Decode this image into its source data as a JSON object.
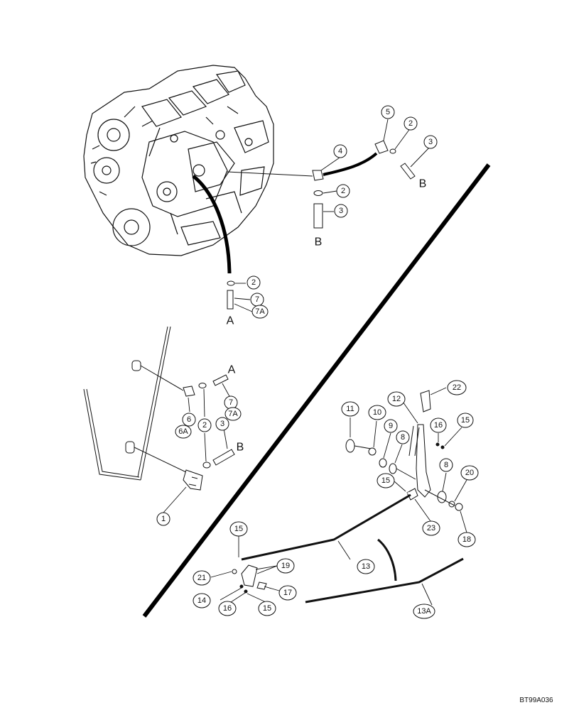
{
  "callouts": {
    "c5": "5",
    "c2a": "2",
    "c3a": "3",
    "c4": "4",
    "c2b": "2",
    "c3b": "3",
    "c2c": "2",
    "c7a": "7",
    "c7Aa": "7A",
    "c7b": "7",
    "c7Ab": "7A",
    "c6": "6",
    "c6A": "6A",
    "c2d": "2",
    "c3c": "3",
    "c1": "1",
    "c22": "22",
    "c12": "12",
    "c11": "11",
    "c10": "10",
    "c9": "9",
    "c8a": "8",
    "c16a": "16",
    "c15a": "15",
    "c8b": "8",
    "c20": "20",
    "c15b": "15",
    "c23": "23",
    "c18": "18",
    "c15c": "15",
    "c13": "13",
    "c21": "21",
    "c19": "19",
    "c14": "14",
    "c16b": "16",
    "c15d": "15",
    "c17": "17",
    "c13A": "13A"
  },
  "letters": {
    "B1": "B",
    "B2": "B",
    "A1": "A",
    "A2": "A",
    "B3": "B"
  },
  "reference_code": "BT99A036"
}
